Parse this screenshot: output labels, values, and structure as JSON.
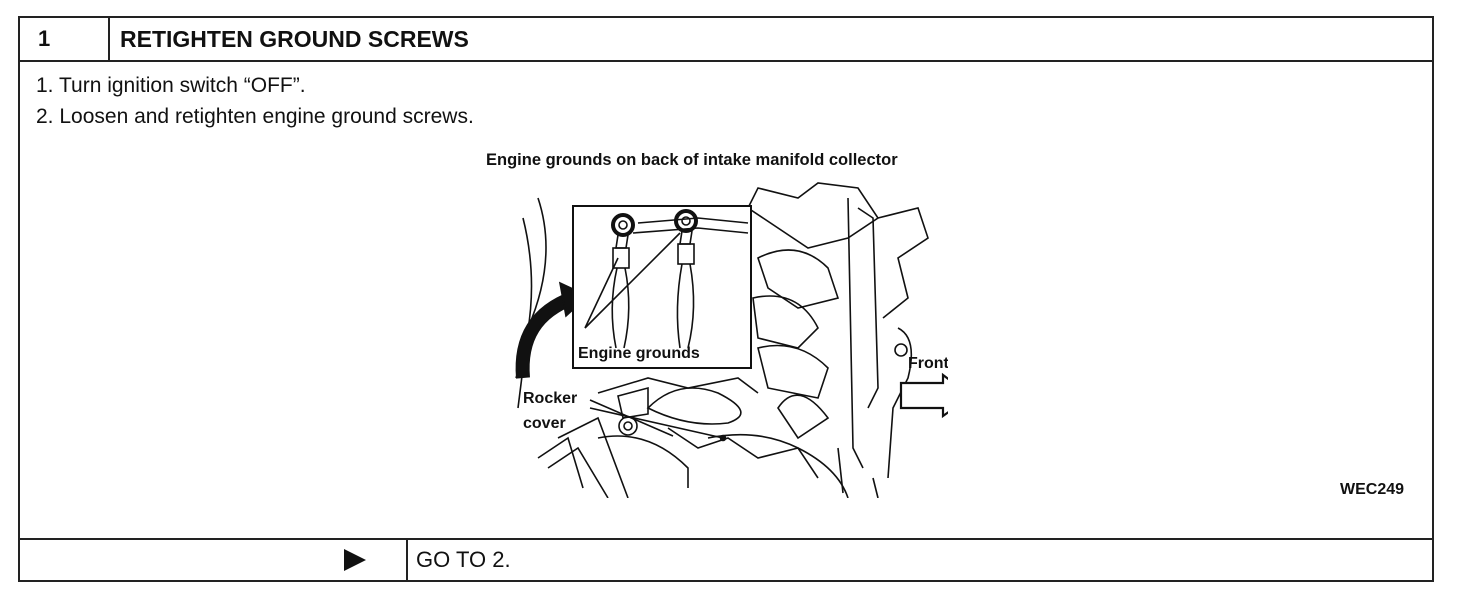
{
  "step": {
    "number": "1",
    "title": "RETIGHTEN GROUND SCREWS"
  },
  "instructions": [
    "1. Turn ignition switch “OFF”.",
    "2. Loosen and retighten engine ground screws."
  ],
  "figure": {
    "caption": "Engine grounds on back of intake manifold collector",
    "labels": {
      "engine_grounds": "Engine grounds",
      "front": "Front",
      "rocker": "Rocker",
      "cover": "cover"
    },
    "id": "WEC249"
  },
  "footer": {
    "next_icon": "right-triangle-arrow-icon",
    "goto_text": "GO TO 2."
  }
}
